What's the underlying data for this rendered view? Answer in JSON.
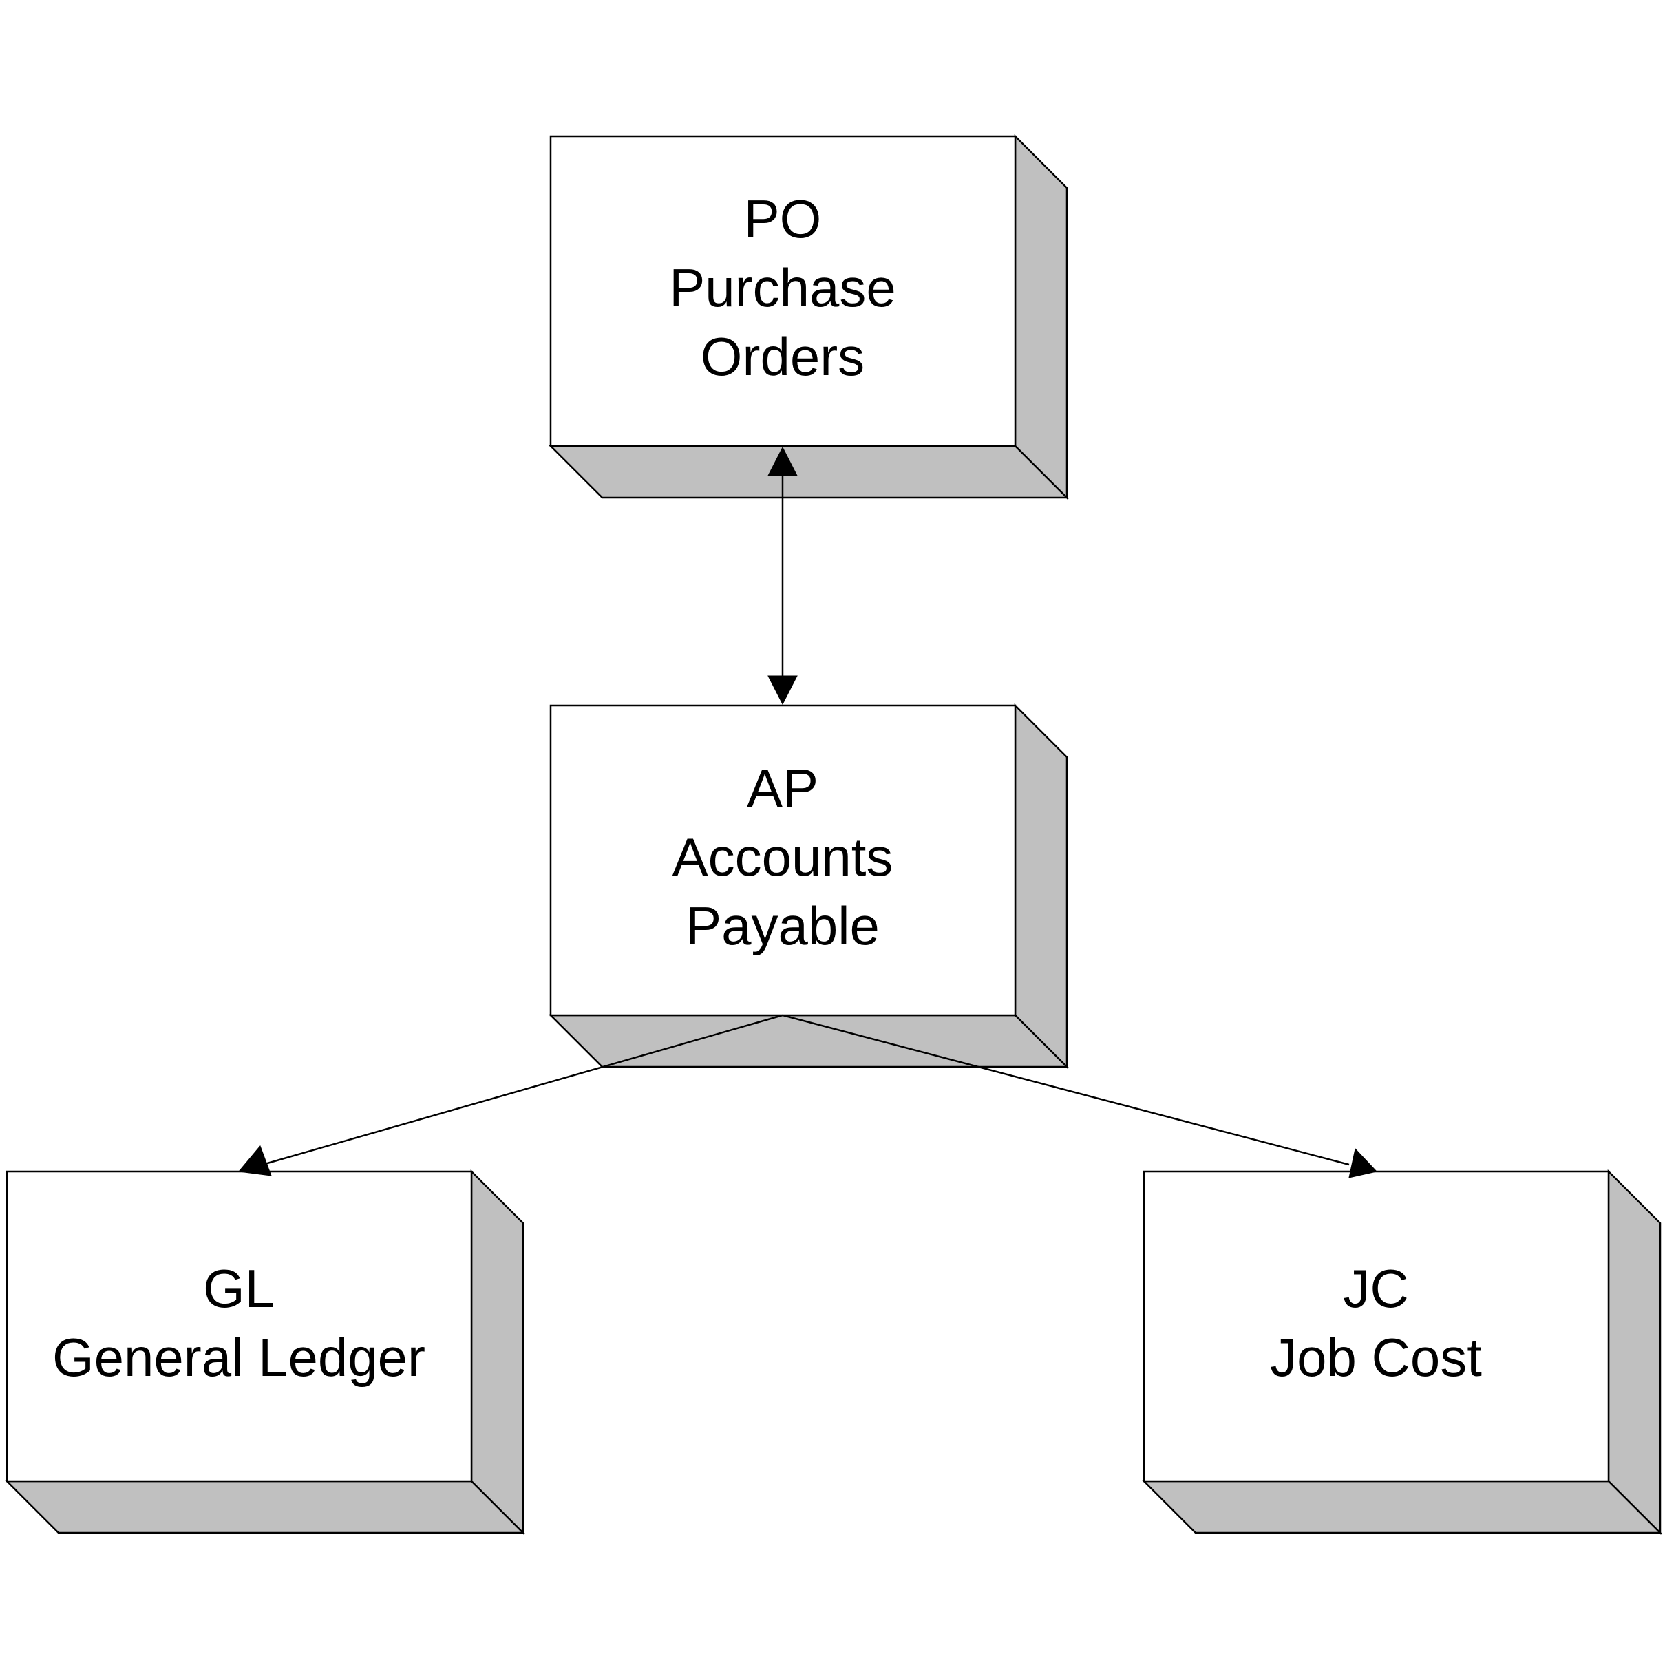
{
  "colors": {
    "face": "#ffffff",
    "side": "#c0c0c0",
    "stroke": "#000000"
  },
  "nodes": {
    "po": {
      "code": "PO",
      "line1": "Purchase",
      "line2": "Orders"
    },
    "ap": {
      "code": "AP",
      "line1": "Accounts",
      "line2": "Payable"
    },
    "gl": {
      "code": "GL",
      "line1": "General Ledger"
    },
    "jc": {
      "code": "JC",
      "line1": "Job Cost"
    }
  },
  "edges": [
    {
      "from": "po",
      "to": "ap",
      "direction": "both"
    },
    {
      "from": "ap",
      "to": "gl",
      "direction": "forward"
    },
    {
      "from": "ap",
      "to": "jc",
      "direction": "forward"
    }
  ]
}
